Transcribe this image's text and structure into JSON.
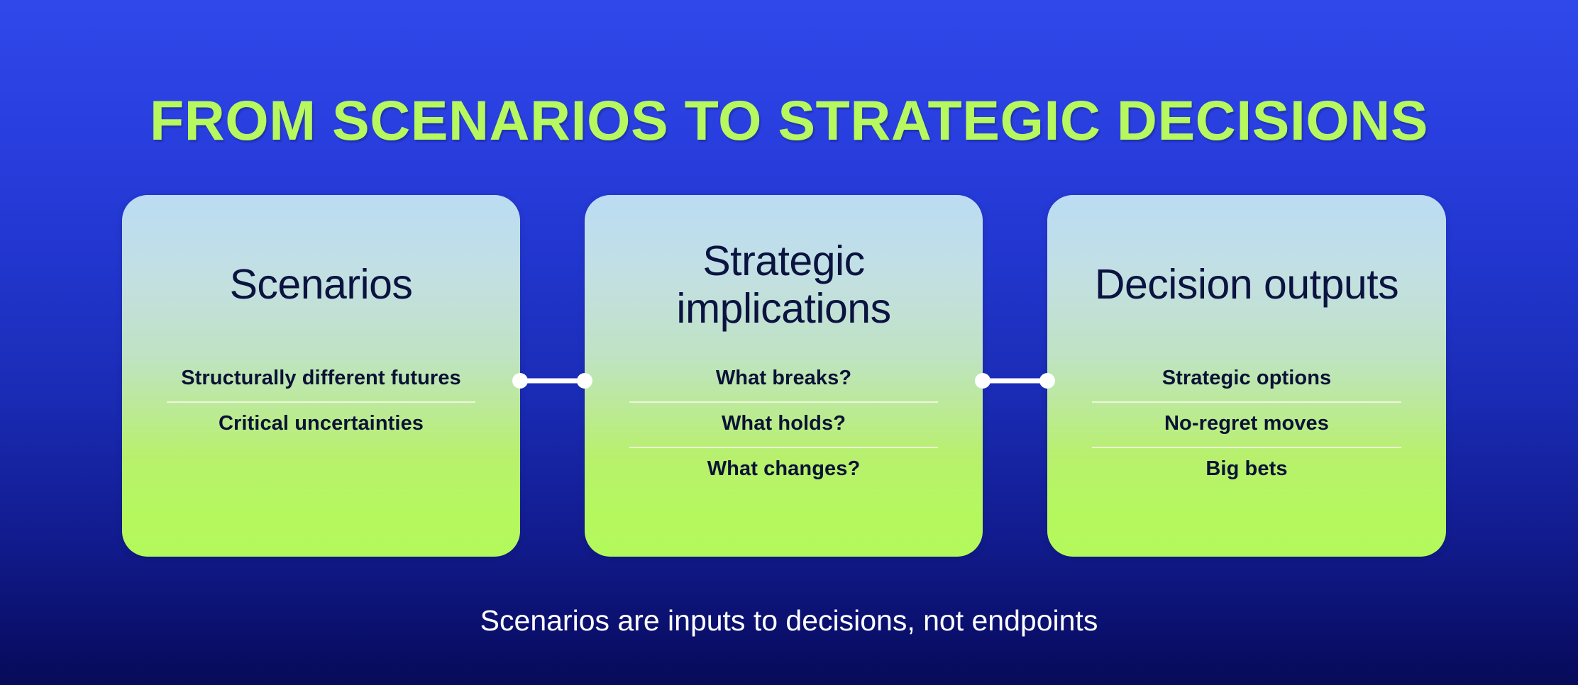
{
  "slide": {
    "title": "FROM SCENARIOS TO STRATEGIC DECISIONS",
    "caption": "Scenarios are inputs to decisions, not endpoints"
  },
  "colors": {
    "background_top": "#3048EA",
    "background_bottom": "#070B58",
    "title_accent": "#B6F85E",
    "card_gradient_top": "#BBDCF2",
    "card_gradient_bottom": "#B3F95C",
    "card_text": "#0B1340",
    "divider": "#F0F7DC",
    "connector": "#FFFFFF",
    "caption_text": "#FFFFFF"
  },
  "cards": [
    {
      "heading": "Scenarios",
      "items": [
        "Structurally different futures",
        "Critical uncertainties"
      ]
    },
    {
      "heading": "Strategic implications",
      "items": [
        "What breaks?",
        "What holds?",
        "What changes?"
      ]
    },
    {
      "heading": "Decision outputs",
      "items": [
        "Strategic options",
        "No-regret moves",
        "Big bets"
      ]
    }
  ],
  "connectors": [
    {
      "name": "scenarios-to-implications"
    },
    {
      "name": "implications-to-outputs"
    }
  ]
}
